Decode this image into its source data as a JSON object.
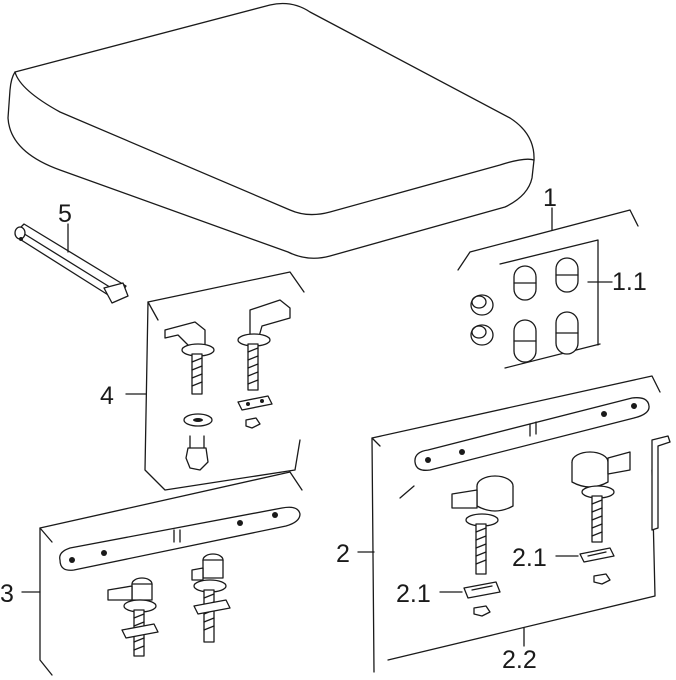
{
  "labels": {
    "part_5": "5",
    "part_1": "1",
    "part_1_1": "1.1",
    "part_4": "4",
    "part_3": "3",
    "part_2": "2",
    "part_2_1_a": "2.1",
    "part_2_1_b": "2.1",
    "part_2_2": "2.2"
  }
}
